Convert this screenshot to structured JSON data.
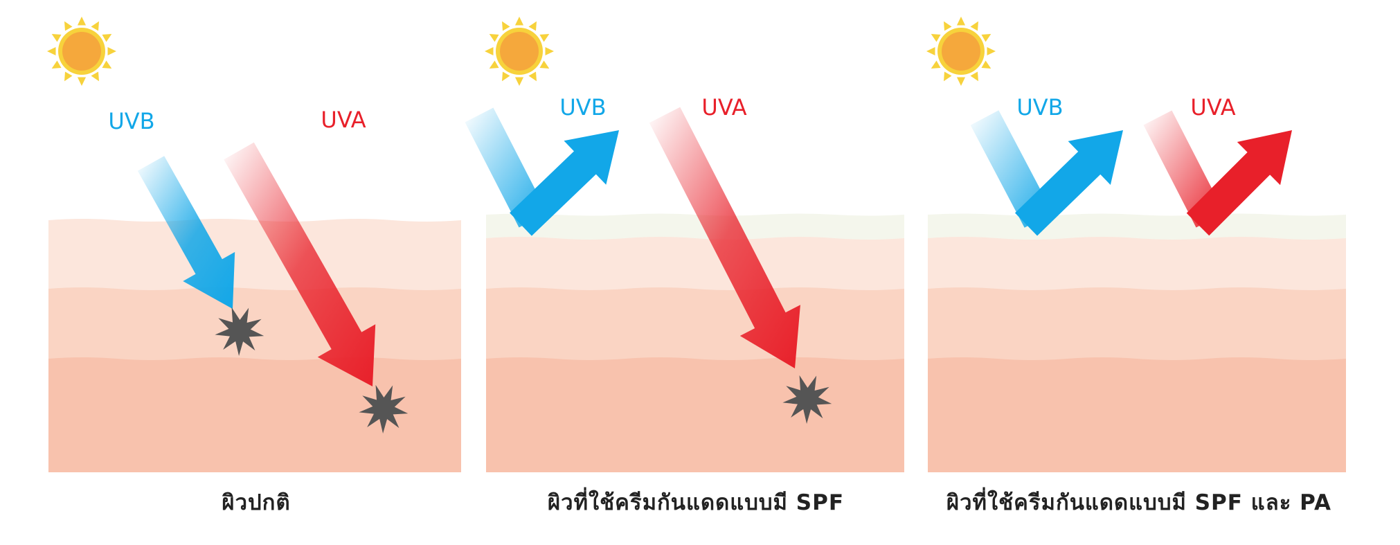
{
  "colors": {
    "uvb": "#12a7e8",
    "uva": "#e8202a",
    "sun_core": "#f5a83c",
    "sun_rays": "#f7d23c",
    "skin_top": "#fce6dc",
    "skin_mid": "#fad4c3",
    "skin_deep": "#f8c2ad",
    "sunscreen_layer": "#f4f6ec",
    "damage": "#555555"
  },
  "panels": [
    {
      "caption": "ผิวปกติ",
      "uvb_label": "UVB",
      "uva_label": "UVA",
      "sunscreen": false,
      "uvb_blocked": false,
      "uva_blocked": false
    },
    {
      "caption": "ผิวที่ใช้ครีมกันแดดแบบมี SPF",
      "uvb_label": "UVB",
      "uva_label": "UVA",
      "sunscreen": true,
      "uvb_blocked": true,
      "uva_blocked": false
    },
    {
      "caption": "ผิวที่ใช้ครีมกันแดดแบบมี SPF และ PA",
      "uvb_label": "UVB",
      "uva_label": "UVA",
      "sunscreen": true,
      "uvb_blocked": true,
      "uva_blocked": true
    }
  ]
}
